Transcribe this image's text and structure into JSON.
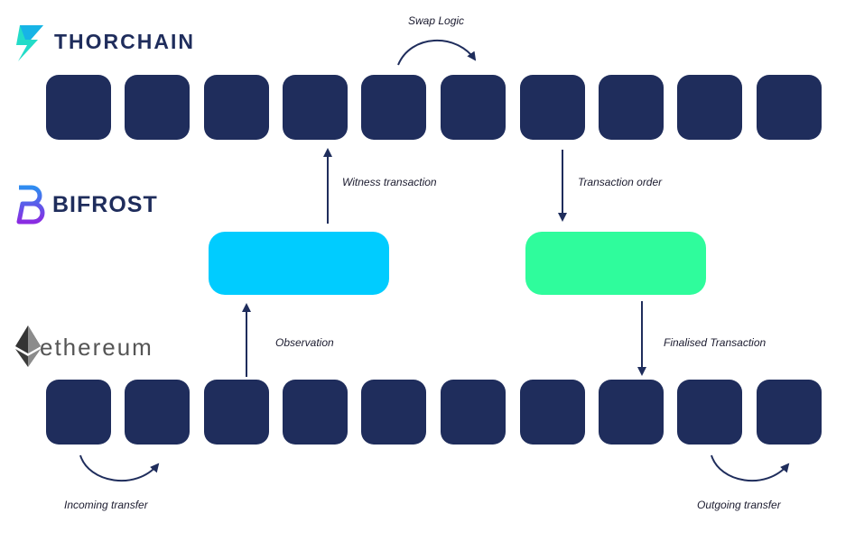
{
  "logos": {
    "thorchain": {
      "name": "THORCHAIN",
      "icon": "thorchain-lightning-icon",
      "accent": "#23dcc8"
    },
    "bifrost": {
      "name": "BIFROST",
      "icon": "bifrost-b-icon",
      "accent": "#6a3cf0"
    },
    "ethereum": {
      "name": "ethereum",
      "icon": "ethereum-diamond-icon",
      "accent": "#3c3c3d"
    }
  },
  "labels": {
    "swap_logic": "Swap Logic",
    "witness_transaction": "Witness transaction",
    "transaction_order": "Transaction order",
    "observation": "Observation",
    "finalised_transaction": "Finalised Transaction",
    "incoming_transfer": "Incoming transfer",
    "outgoing_transfer": "Outgoing transfer"
  },
  "colors": {
    "block": "#1f2d5c",
    "observer_box": "#00ccff",
    "signer_box": "#2ffc9c",
    "arrow": "#1f2d5c"
  },
  "rows": {
    "thorchain_block_count": 10,
    "ethereum_block_count": 10
  }
}
